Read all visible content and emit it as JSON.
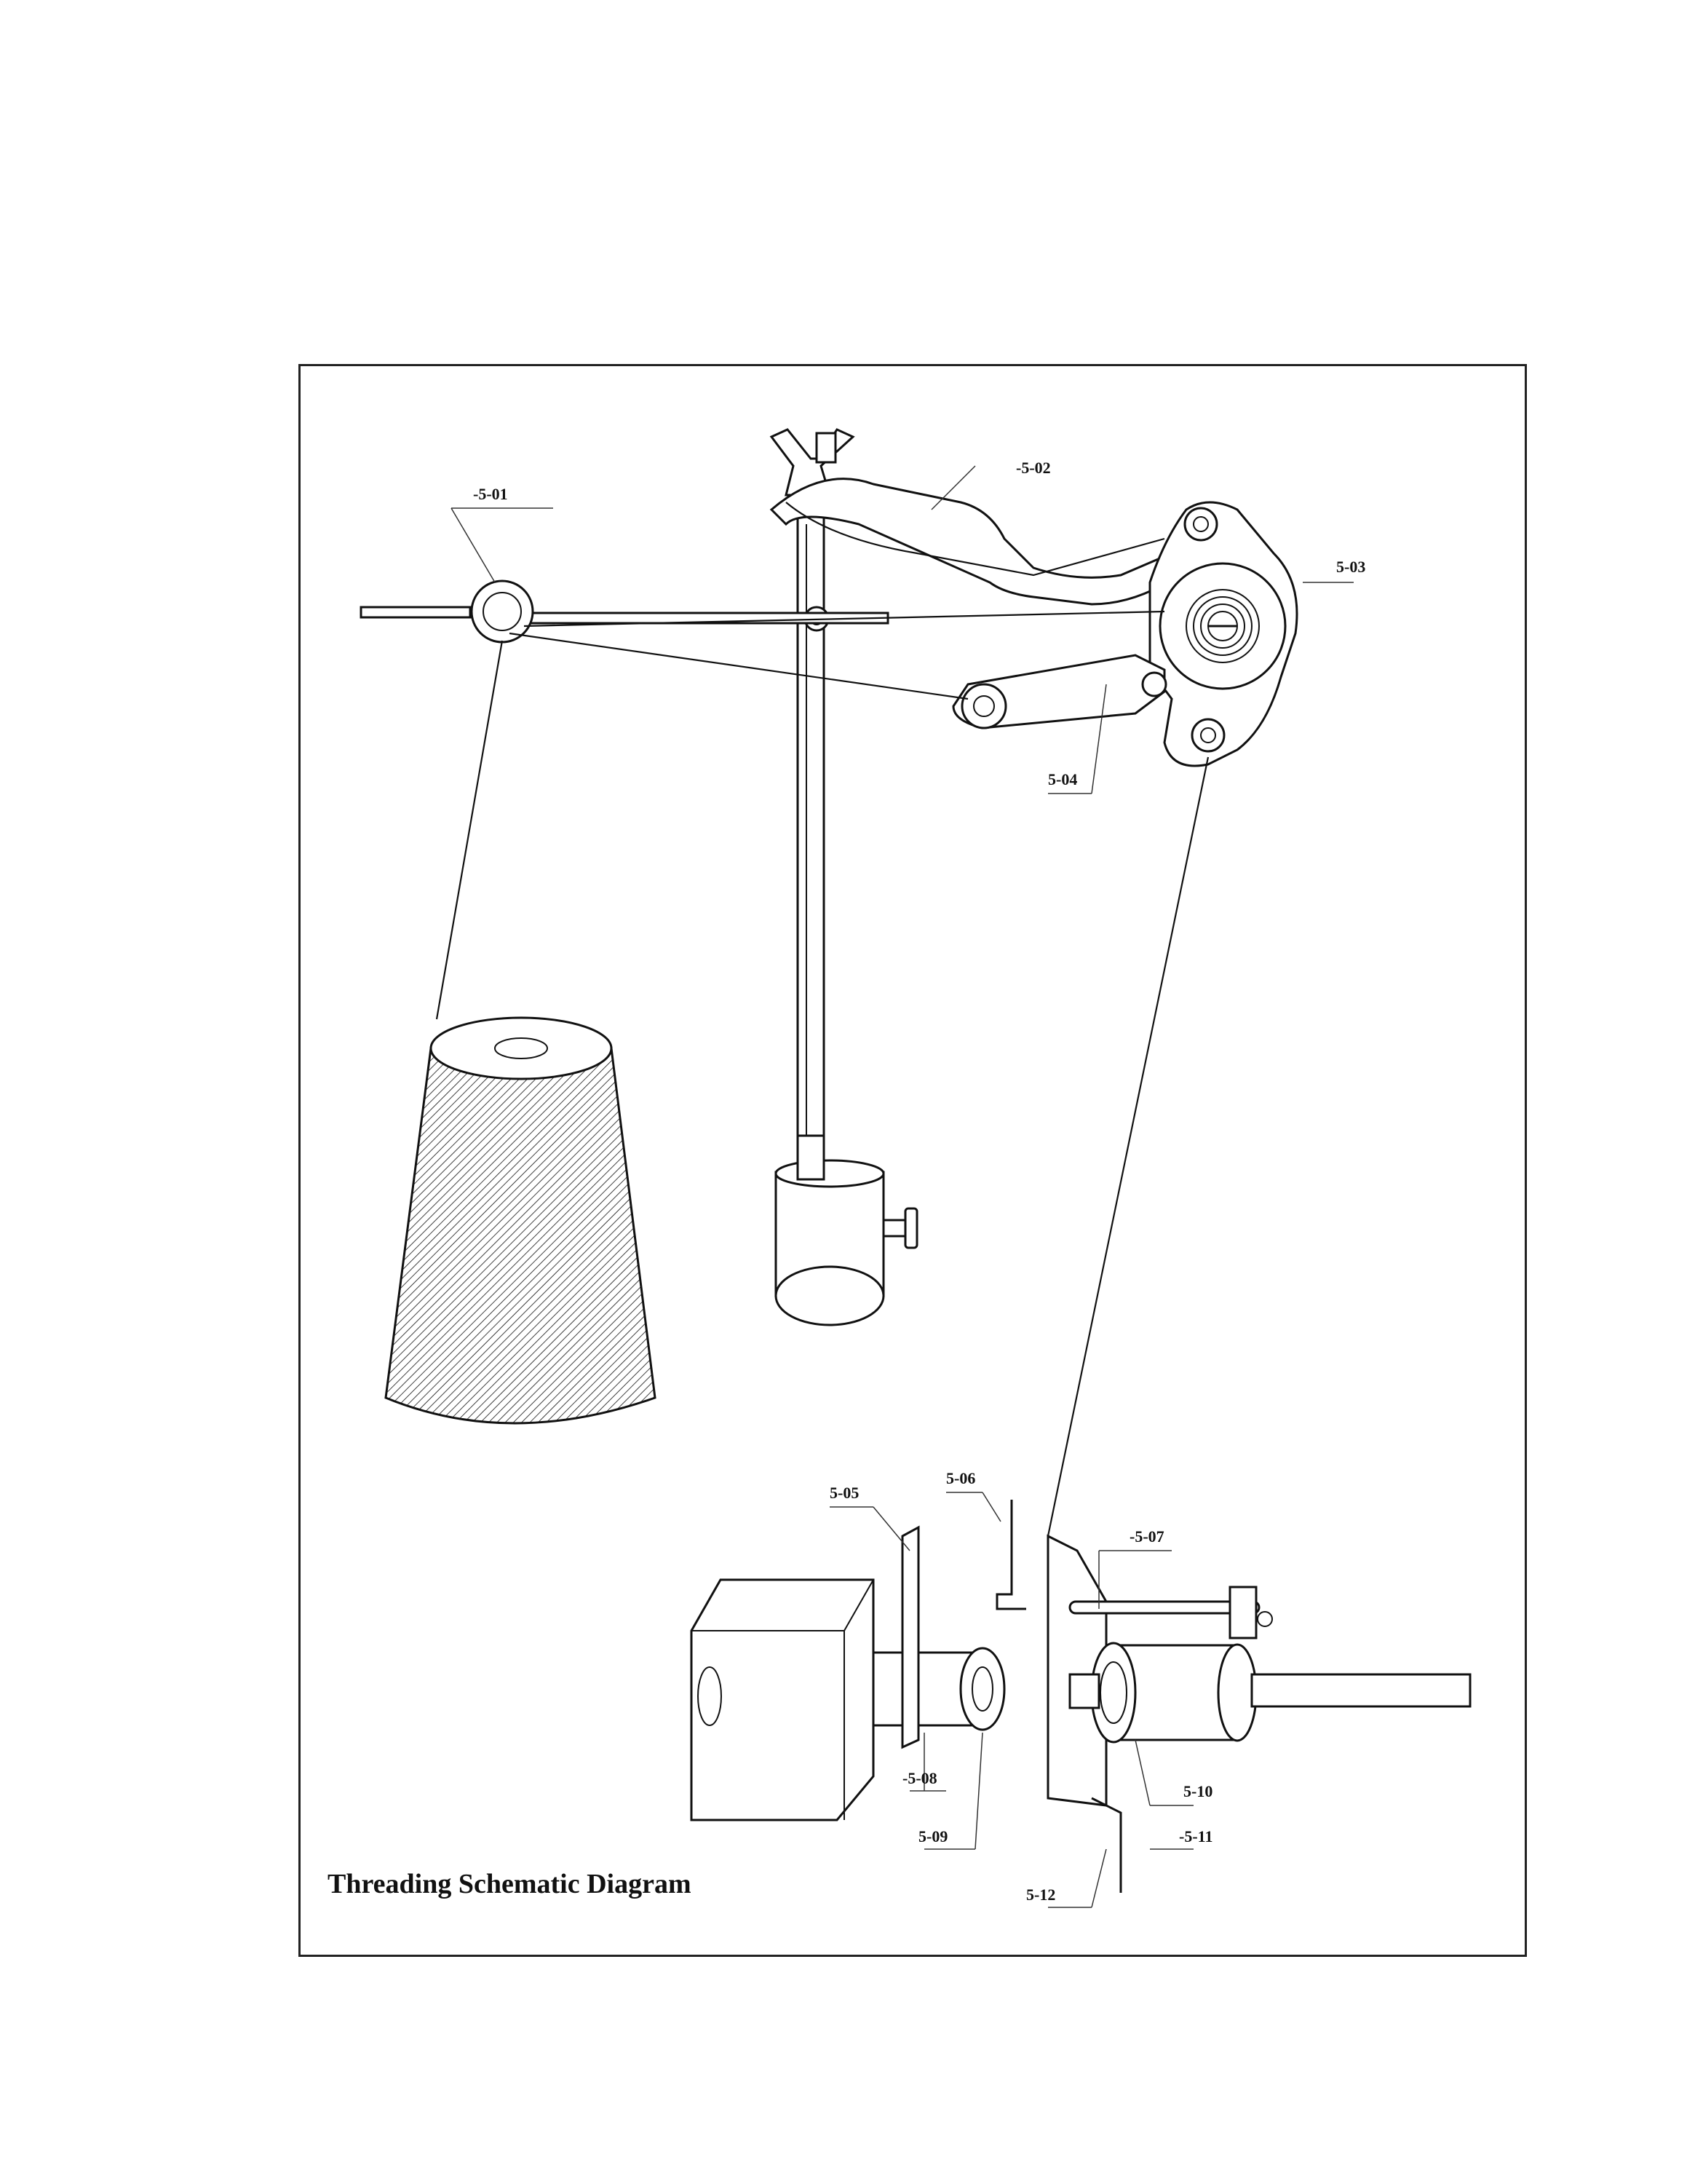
{
  "title": "Threading Schematic Diagram",
  "labels": {
    "p501": "-5-01",
    "p502": "-5-02",
    "p503": "5-03",
    "p504": "5-04",
    "p505": "5-05",
    "p506": "5-06",
    "p507": "-5-07",
    "p508": "-5-08",
    "p509": "5-09",
    "p510": "5-10",
    "p511": "-5-11",
    "p512": "5-12"
  },
  "colors": {
    "ink": "#111111",
    "paper": "#ffffff"
  }
}
